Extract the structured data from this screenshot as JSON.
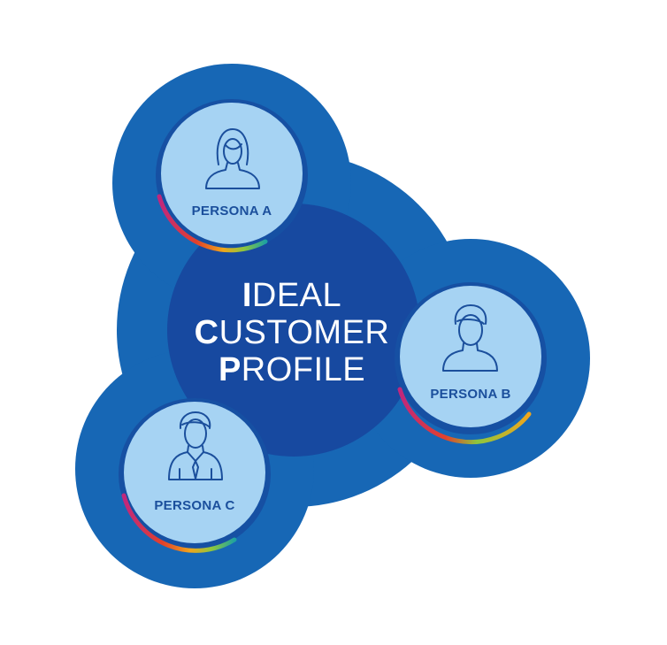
{
  "colors": {
    "outer_blob": "#1767b5",
    "core_circle": "#1749a0",
    "persona_fill": "#a6d3f3",
    "persona_ring": "#1650a3",
    "text_light": "#ffffff",
    "text_dark": "#1b4f9c",
    "background": "#ffffff"
  },
  "core": {
    "lines": [
      {
        "cap": "I",
        "rest": "DEAL"
      },
      {
        "cap": "C",
        "rest": "USTOMER"
      },
      {
        "cap": "P",
        "rest": "ROFILE"
      }
    ]
  },
  "personas": [
    {
      "label": "PERSONA A",
      "icon": "woman-icon"
    },
    {
      "label": "PERSONA B",
      "icon": "man-icon"
    },
    {
      "label": "PERSONA C",
      "icon": "businessman-icon"
    }
  ]
}
